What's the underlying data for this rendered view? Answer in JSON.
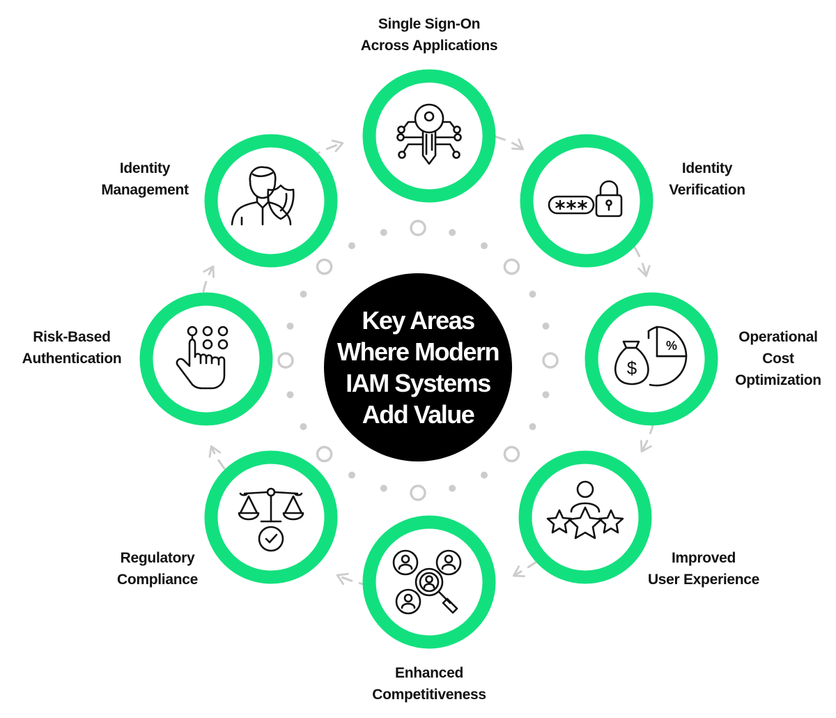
{
  "center": {
    "lines": [
      "Key Areas",
      "Where Modern",
      "IAM Systems",
      "Add Value"
    ]
  },
  "nodes": [
    {
      "id": "sso",
      "icon": "key-circuit-icon",
      "lines": [
        "Single Sign-On",
        "Across Applications"
      ]
    },
    {
      "id": "verification",
      "icon": "password-lock-icon",
      "lines": [
        "Identity",
        "Verification"
      ]
    },
    {
      "id": "cost",
      "icon": "money-bag-pie-chart-icon",
      "lines": [
        "Operational",
        "Cost",
        "Optimization"
      ]
    },
    {
      "id": "ux",
      "icon": "user-stars-icon",
      "lines": [
        "Improved",
        "User Experience"
      ]
    },
    {
      "id": "competitive",
      "icon": "people-magnifier-icon",
      "lines": [
        "Enhanced",
        "Competitiveness"
      ]
    },
    {
      "id": "compliance",
      "icon": "balance-scale-icon",
      "lines": [
        "Regulatory",
        "Compliance"
      ]
    },
    {
      "id": "risk",
      "icon": "hand-keypad-icon",
      "lines": [
        "Risk-Based",
        "Authentication"
      ]
    },
    {
      "id": "management",
      "icon": "user-shield-icon",
      "lines": [
        "Identity",
        "Management"
      ]
    }
  ],
  "colors": {
    "ring": "#12E07E",
    "center_fill": "#000000",
    "center_text": "#ffffff",
    "connector": "#cccccc",
    "icon_stroke": "#111111",
    "label_text": "#111111"
  }
}
